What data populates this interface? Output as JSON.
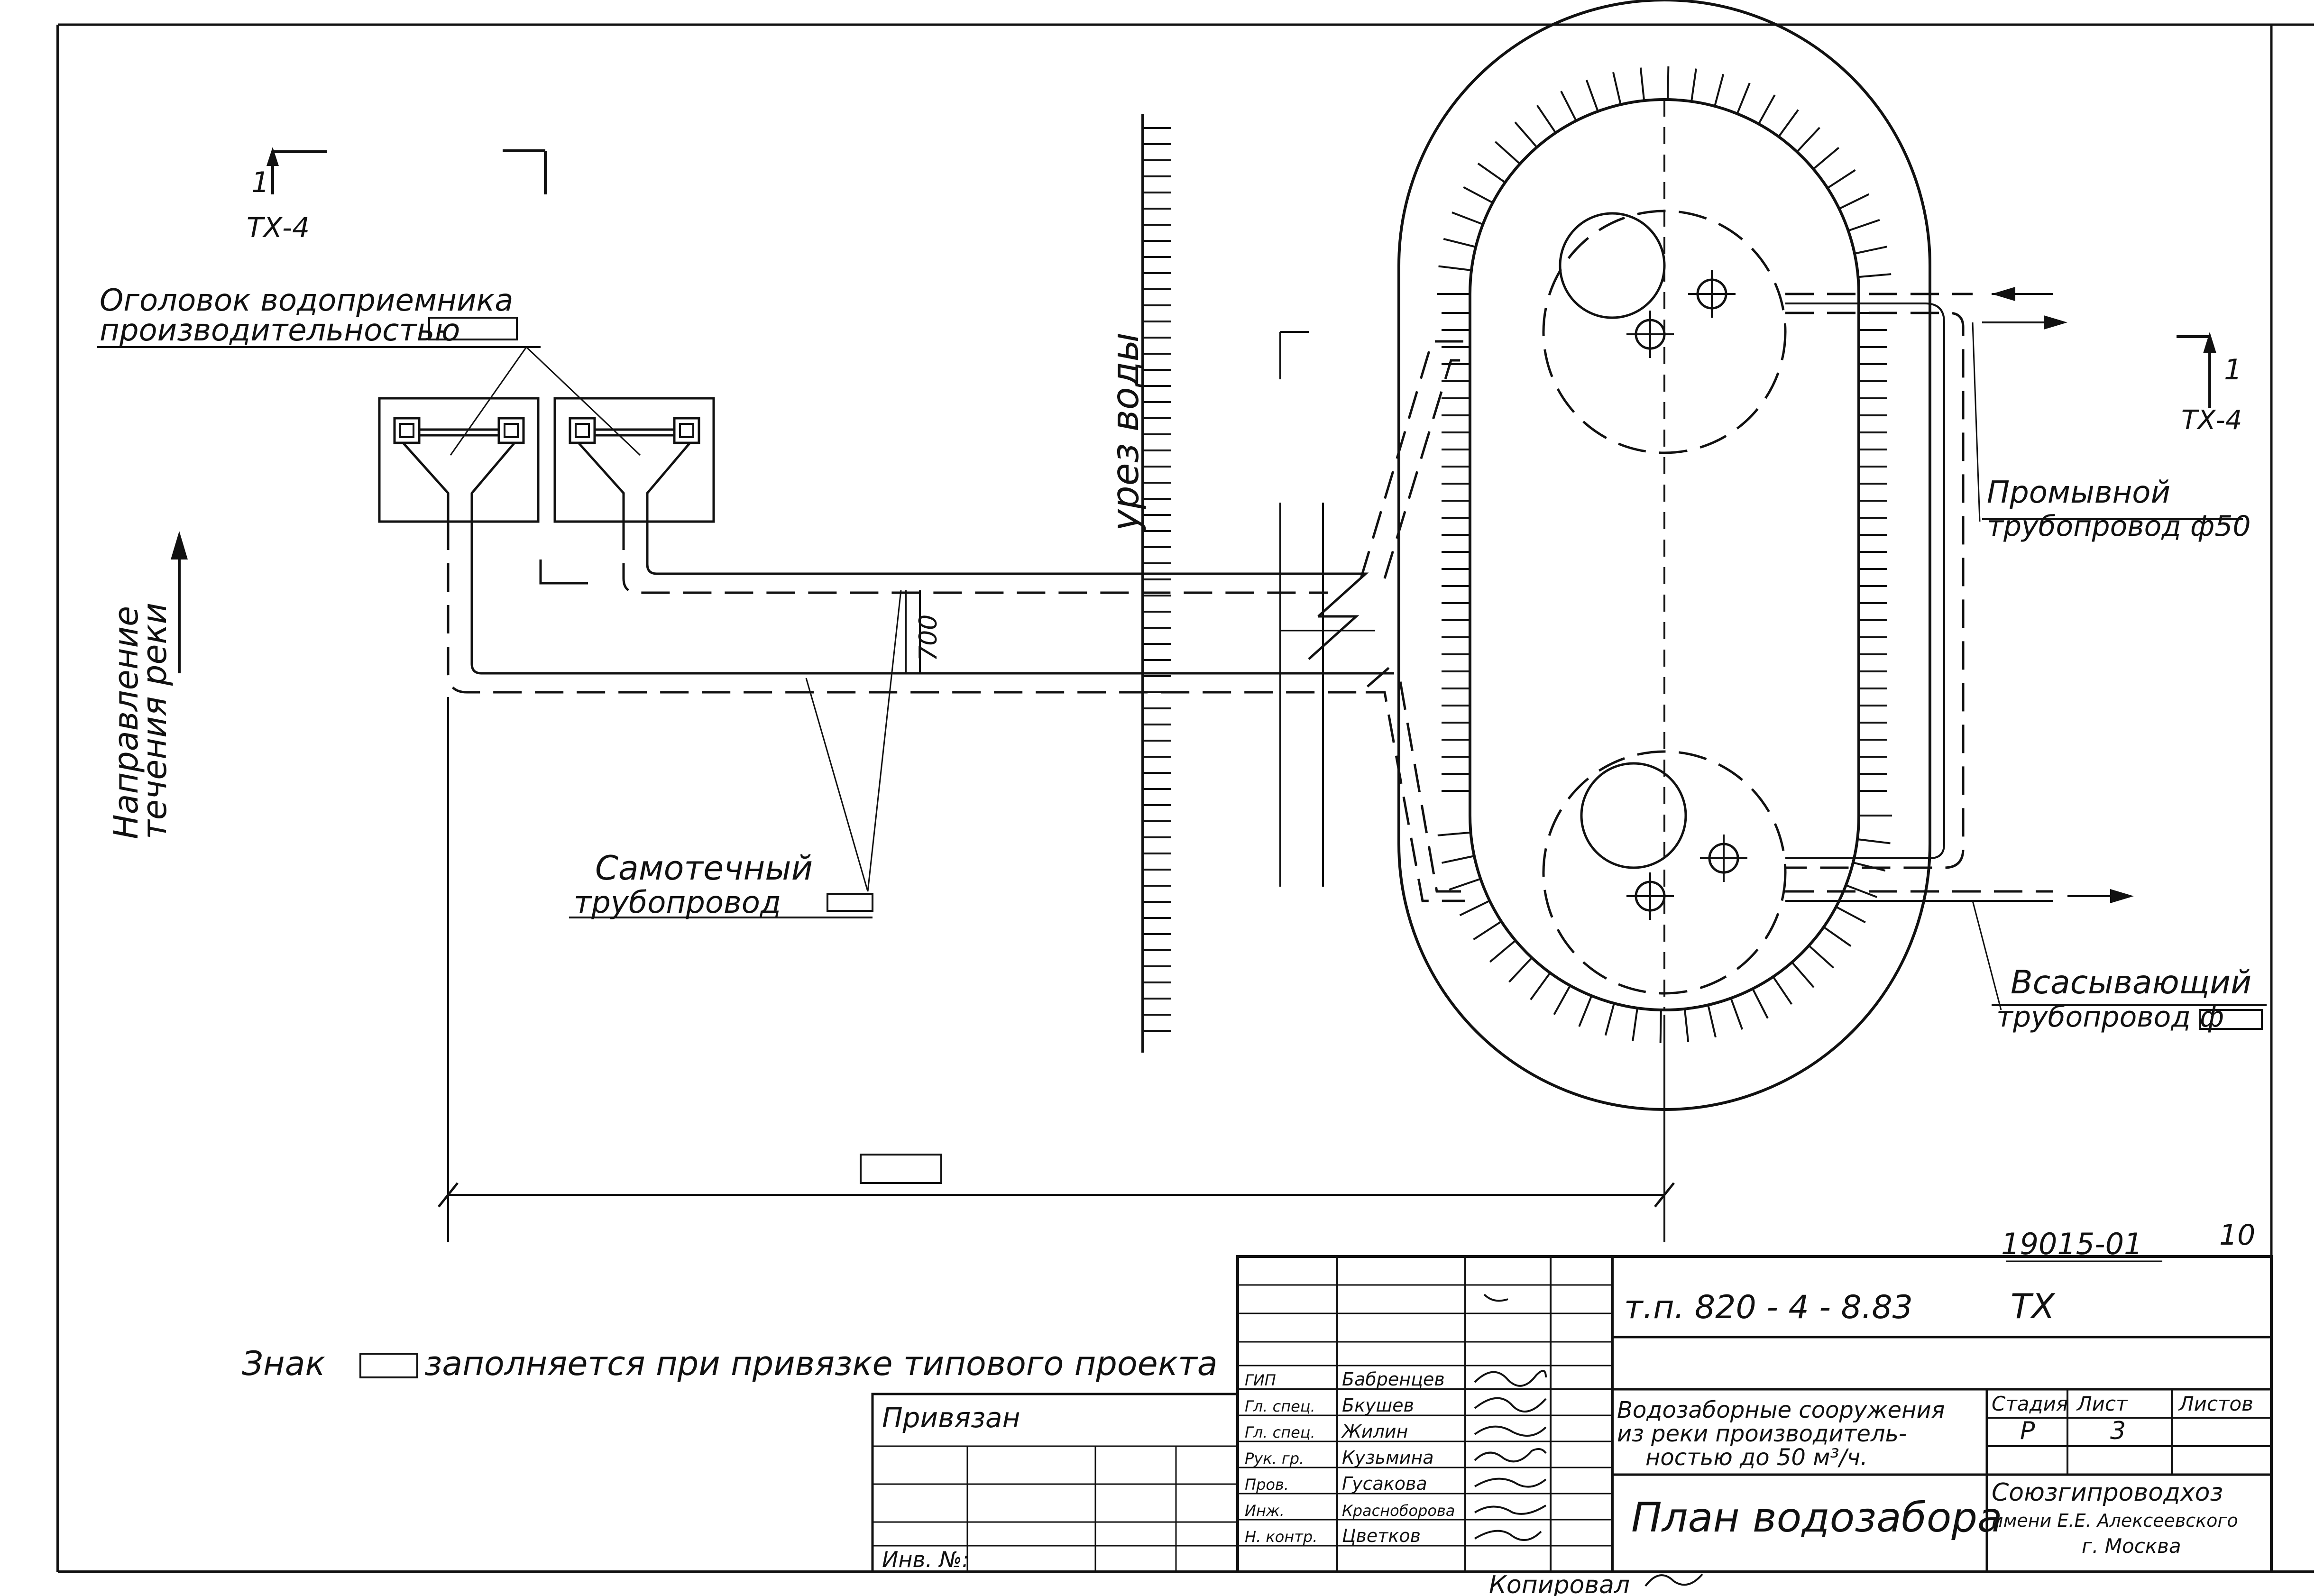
{
  "labels": {
    "section_mark_top_left": "1",
    "section_ref_top_left": "ТХ-4",
    "section_mark_right": "1",
    "section_ref_right": "ТХ-4",
    "intake_head_line1": "Оголовок водоприемника",
    "intake_head_line2": "производительностью",
    "water_edge": "урез воды",
    "river_flow_line1": "Направление",
    "river_flow_line2": "течения реки",
    "gravity_pipe_line1": "Самотечный",
    "gravity_pipe_line2": "трубопровод",
    "flush_pipe_line1": "Промывной",
    "flush_pipe_line2": "трубопровод ф50",
    "suction_pipe_line1": "Всасывающий",
    "suction_pipe_line2": "трубопровод ф",
    "dim_700": "700",
    "note_prefix": "Знак",
    "note_suffix": "заполняется при привязке типового проекта"
  },
  "title_block": {
    "doc_number": "19015-01",
    "sheet_corner": "10",
    "project_code": "т.п. 820 - 4 - 8.83",
    "section_code": "ТХ",
    "project_title_line1": "Водозаборные сооружения",
    "project_title_line2": "из реки производитель-",
    "project_title_line3": "ностью до 50 м³/ч.",
    "drawing_title": "План водозабора",
    "stage_header": "Стадия",
    "sheet_header": "Лист",
    "sheets_header": "Листов",
    "stage_value": "Р",
    "sheet_value": "3",
    "organization_line1": "Союзгипроводхоз",
    "organization_line2": "имени Е.Е. Алексеевского",
    "organization_line3": "г. Москва",
    "bound_label": "Привязан",
    "inv_label": "Инв. №:",
    "copied_label": "Копировал",
    "signatures": [
      {
        "role": "ГИП",
        "name": "Бабренцев"
      },
      {
        "role": "Гл. спец.",
        "name": "Бкушев"
      },
      {
        "role": "Гл. спец.",
        "name": "Жилин"
      },
      {
        "role": "Рук. гр.",
        "name": "Кузьмина"
      },
      {
        "role": "Пров.",
        "name": "Гусакова"
      },
      {
        "role": "Инж.",
        "name": "Красноборова"
      },
      {
        "role": "Н. контр.",
        "name": "Цветков"
      }
    ]
  }
}
